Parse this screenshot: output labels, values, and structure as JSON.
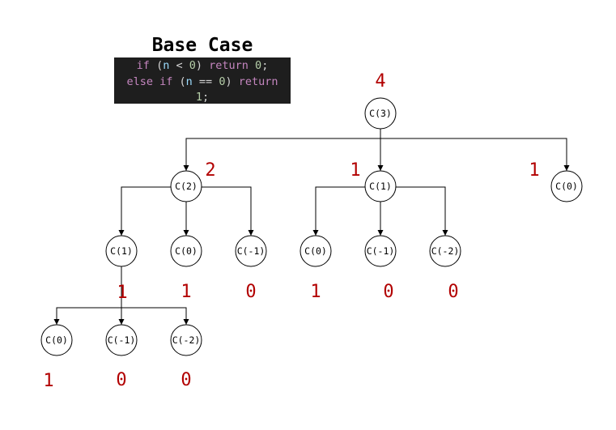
{
  "title": "Base Case",
  "code": {
    "lines": [
      [
        {
          "t": "if ",
          "c": "kw"
        },
        {
          "t": "(",
          "c": "p"
        },
        {
          "t": "n",
          "c": "v"
        },
        {
          "t": " < ",
          "c": "p"
        },
        {
          "t": "0",
          "c": "num"
        },
        {
          "t": ") ",
          "c": "p"
        },
        {
          "t": "return ",
          "c": "kw"
        },
        {
          "t": "0",
          "c": "num"
        },
        {
          "t": ";",
          "c": "p"
        }
      ],
      [
        {
          "t": "else ",
          "c": "kw"
        },
        {
          "t": "if ",
          "c": "kw"
        },
        {
          "t": "(",
          "c": "p"
        },
        {
          "t": "n",
          "c": "v"
        },
        {
          "t": " == ",
          "c": "p"
        },
        {
          "t": "0",
          "c": "num"
        },
        {
          "t": ") ",
          "c": "p"
        },
        {
          "t": "return",
          "c": "kw"
        }
      ],
      [
        {
          "t": "1",
          "c": "num"
        },
        {
          "t": ";",
          "c": "p"
        }
      ]
    ]
  },
  "colors": {
    "code_background": "#1e1e1e",
    "keyword": "#c586c0",
    "variable": "#9cdcfe",
    "number": "#b5cea8",
    "punctuation": "#d4d4d4",
    "value": "#b20000",
    "line": "#000000",
    "node_fill": "#ffffff"
  },
  "nodes": [
    {
      "id": "n3",
      "label": "C(3)",
      "value": "4",
      "parent": null
    },
    {
      "id": "n2",
      "label": "C(2)",
      "value": "2",
      "parent": "n3"
    },
    {
      "id": "n1a",
      "label": "C(1)",
      "value": "1",
      "parent": "n3"
    },
    {
      "id": "n0a",
      "label": "C(0)",
      "value": "1",
      "parent": "n3"
    },
    {
      "id": "n1b",
      "label": "C(1)",
      "value": "1",
      "parent": "n2"
    },
    {
      "id": "n0b",
      "label": "C(0)",
      "value": "1",
      "parent": "n2"
    },
    {
      "id": "nm1a",
      "label": "C(-1)",
      "value": "0",
      "parent": "n2"
    },
    {
      "id": "n0c",
      "label": "C(0)",
      "value": "1",
      "parent": "n1a"
    },
    {
      "id": "nm1b",
      "label": "C(-1)",
      "value": "0",
      "parent": "n1a"
    },
    {
      "id": "nm2a",
      "label": "C(-2)",
      "value": "0",
      "parent": "n1a"
    },
    {
      "id": "n0d",
      "label": "C(0)",
      "value": "1",
      "parent": "n1b"
    },
    {
      "id": "nm1c",
      "label": "C(-1)",
      "value": "0",
      "parent": "n1b"
    },
    {
      "id": "nm2b",
      "label": "C(-2)",
      "value": "0",
      "parent": "n1b"
    }
  ]
}
